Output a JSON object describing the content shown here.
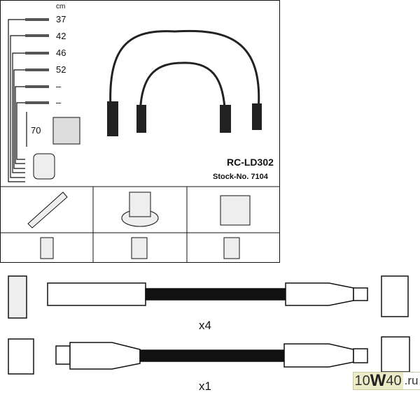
{
  "lengths": {
    "unit": "cm",
    "items": [
      "37",
      "42",
      "46",
      "52",
      "–",
      "–"
    ],
    "coil_lead": "70"
  },
  "product": {
    "part_number": "RC-LD302",
    "stock_label": "Stock-No. 7104"
  },
  "quantities": {
    "row1": "x4",
    "row2": "x1"
  },
  "watermark": {
    "prefix": "10",
    "mid": "W",
    "num": "40",
    "suffix": ".ru"
  }
}
